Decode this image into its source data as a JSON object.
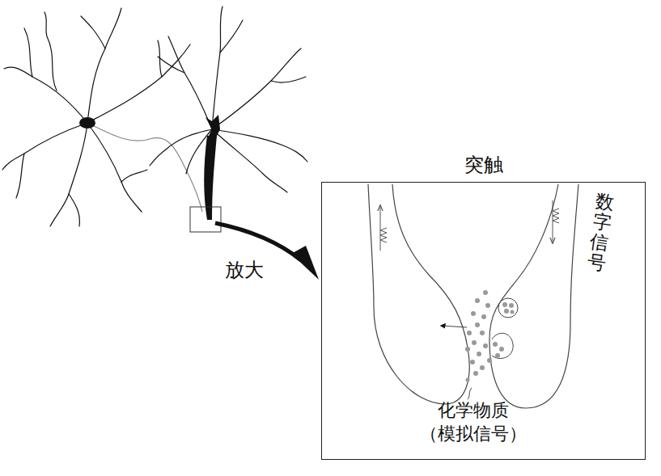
{
  "diagram": {
    "nodes": [
      {
        "text": [
          "突触"
        ]
      }
    ],
    "labels": [
      "放大",
      "数字信号",
      "化学物质 （模拟信号）"
    ]
  }
}
